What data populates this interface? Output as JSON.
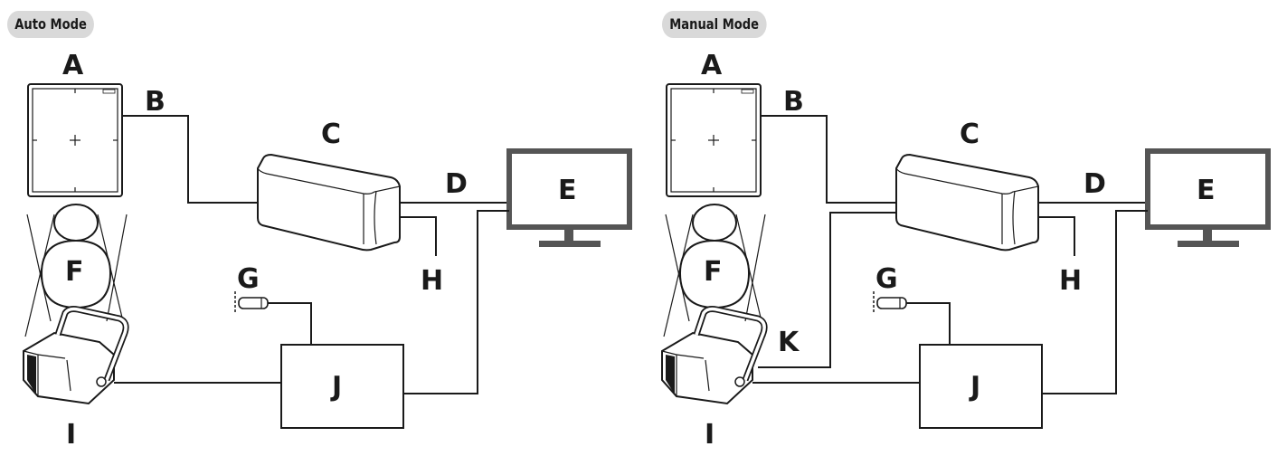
{
  "panels": [
    {
      "mode_label": "Auto Mode",
      "labels": {
        "A": "A",
        "B": "B",
        "C": "C",
        "D": "D",
        "E": "E",
        "F": "F",
        "G": "G",
        "H": "H",
        "I": "I",
        "J": "J"
      }
    },
    {
      "mode_label": "Manual Mode",
      "labels": {
        "A": "A",
        "B": "B",
        "C": "C",
        "D": "D",
        "E": "E",
        "F": "F",
        "G": "G",
        "H": "H",
        "I": "I",
        "J": "J",
        "K": "K"
      }
    }
  ],
  "icons": [
    "detector-panel-icon",
    "control-box-icon",
    "monitor-icon",
    "patient-icon",
    "xray-generator-icon",
    "hand-switch-icon"
  ]
}
